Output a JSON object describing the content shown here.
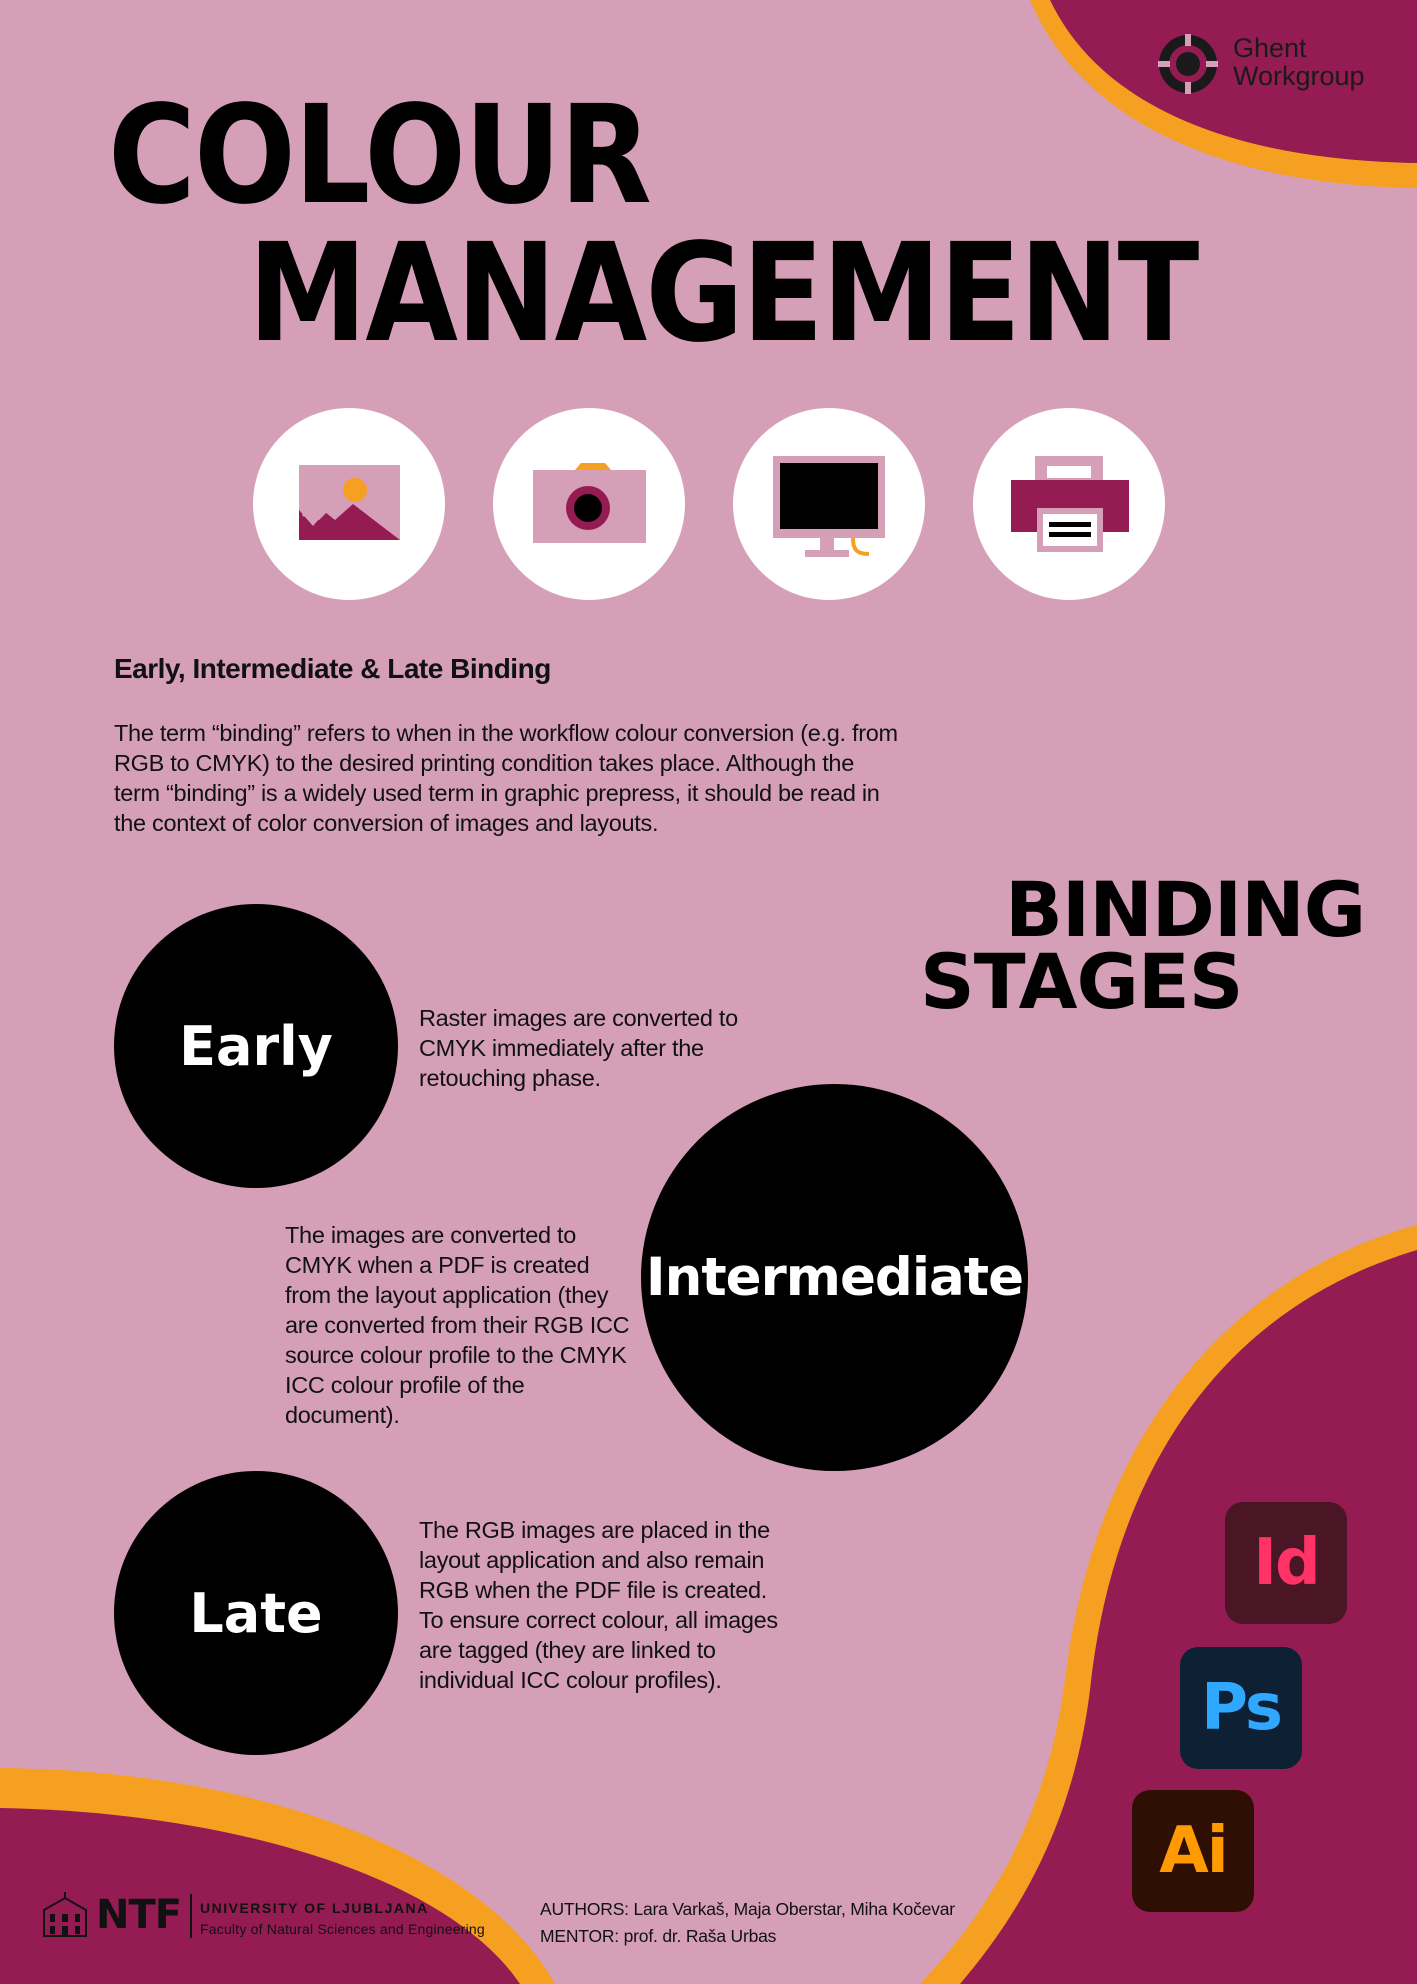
{
  "title": {
    "line1": "COLOUR",
    "line2": "MANAGEMENT"
  },
  "logo": {
    "line1": "Ghent",
    "line2": "Workgroup",
    "icon": "ghent-workgroup-logo-icon"
  },
  "workflow_icons": [
    "image-icon",
    "camera-icon",
    "monitor-icon",
    "printer-icon"
  ],
  "intro": {
    "heading": "Early, Intermediate & Late Binding",
    "body": "The term “binding” refers to when in the workflow colour conversion (e.g. from RGB to CMYK) to the desired printing condition takes place. Although the term “binding” is a widely used term in graphic prepress, it should be read in the context of color conversion of images and layouts."
  },
  "stages_title": {
    "line1": "BINDING",
    "line2": "STAGES"
  },
  "stages": [
    {
      "label": "Early",
      "text": "Raster images are converted to CMYK immediately after the retouching phase."
    },
    {
      "label": "Intermediate",
      "text": "The images are converted to CMYK when a PDF is created from the layout application (they are converted from their RGB ICC source colour profile to the CMYK ICC colour profile of the document)."
    },
    {
      "label": "Late",
      "text": "The RGB images are placed in the layout application and also remain RGB when the PDF file is created. To ensure correct colour, all images are tagged (they are linked to individual ICC colour profiles)."
    }
  ],
  "apps": [
    {
      "label": "Id",
      "icon": "indesign-icon"
    },
    {
      "label": "Ps",
      "icon": "photoshop-icon"
    },
    {
      "label": "Ai",
      "icon": "illustrator-icon"
    }
  ],
  "footer": {
    "ntf": "NTF",
    "university": "UNIVERSITY OF LJUBLJANA",
    "faculty": "Faculty of Natural Sciences and Engineering",
    "authors": "AUTHORS: Lara Varkaš, Maja Oberstar, Miha Kočevar",
    "mentor": "MENTOR: prof. dr. Raša Urbas"
  },
  "colors": {
    "background": "#d59fb8",
    "magenta": "#951c52",
    "orange": "#f6a021",
    "black": "#000000",
    "white": "#ffffff"
  }
}
